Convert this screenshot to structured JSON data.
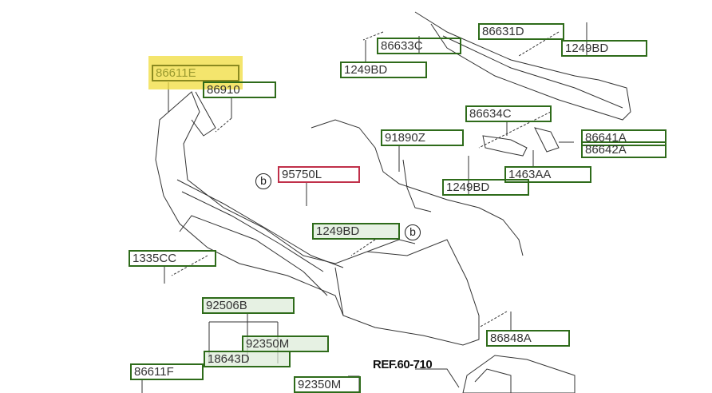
{
  "diagram": {
    "highlighted_part": "86611E",
    "labels": [
      {
        "id": "86611E",
        "style": "highlighted"
      },
      {
        "id": "86910",
        "style": "normal"
      },
      {
        "id": "1249BD",
        "style": "normal"
      },
      {
        "id": "86633C",
        "style": "normal"
      },
      {
        "id": "86631D",
        "style": "normal"
      },
      {
        "id": "1249BD",
        "style": "normal"
      },
      {
        "id": "86634C",
        "style": "normal"
      },
      {
        "id": "91890Z",
        "style": "normal"
      },
      {
        "id": "86641A",
        "style": "normal"
      },
      {
        "id": "86642A",
        "style": "normal"
      },
      {
        "id": "95750L",
        "style": "red"
      },
      {
        "id": "1463AA",
        "style": "normal"
      },
      {
        "id": "1249BD",
        "style": "normal"
      },
      {
        "id": "1249BD",
        "style": "filled"
      },
      {
        "id": "1335CC",
        "style": "normal"
      },
      {
        "id": "92506B",
        "style": "filled"
      },
      {
        "id": "92350M",
        "style": "filled"
      },
      {
        "id": "18643D",
        "style": "filled"
      },
      {
        "id": "86611F",
        "style": "normal"
      },
      {
        "id": "92350M",
        "style": "normal"
      },
      {
        "id": "86848A",
        "style": "normal"
      }
    ],
    "reference": "REF.60-710",
    "callouts": [
      "b",
      "b"
    ]
  },
  "colors": {
    "label_border": "#2e6b1a",
    "highlight": "#f0dc3c",
    "red_border": "#c0304a"
  }
}
